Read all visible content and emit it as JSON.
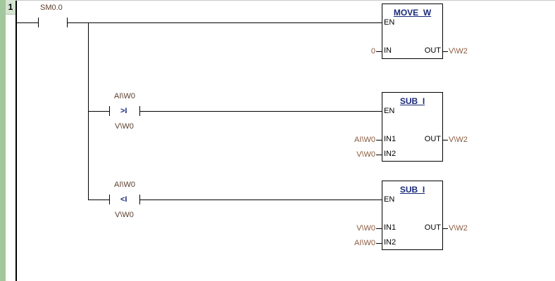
{
  "rung": {
    "number": "1"
  },
  "contact_main": {
    "address": "SM0.0"
  },
  "move": {
    "title": "MOVE_W",
    "en": "EN",
    "in_label": "IN",
    "out_label": "OUT",
    "in_value": "0",
    "out_value": "V\\W2"
  },
  "cmp_gt": {
    "top": "AI\\W0",
    "op": ">I",
    "bottom": "V\\W0"
  },
  "sub1": {
    "title": "SUB_I",
    "en": "EN",
    "in1_label": "IN1",
    "in2_label": "IN2",
    "out_label": "OUT",
    "in1_value": "AI\\W0",
    "in2_value": "V\\W0",
    "out_value": "V\\W2"
  },
  "cmp_lt": {
    "top": "AI\\W0",
    "op": "<I",
    "bottom": "V\\W0"
  },
  "sub2": {
    "title": "SUB_I",
    "en": "EN",
    "in1_label": "IN1",
    "in2_label": "IN2",
    "out_label": "OUT",
    "in1_value": "V\\W0",
    "in2_value": "AI\\W0",
    "out_value": "V\\W2"
  }
}
